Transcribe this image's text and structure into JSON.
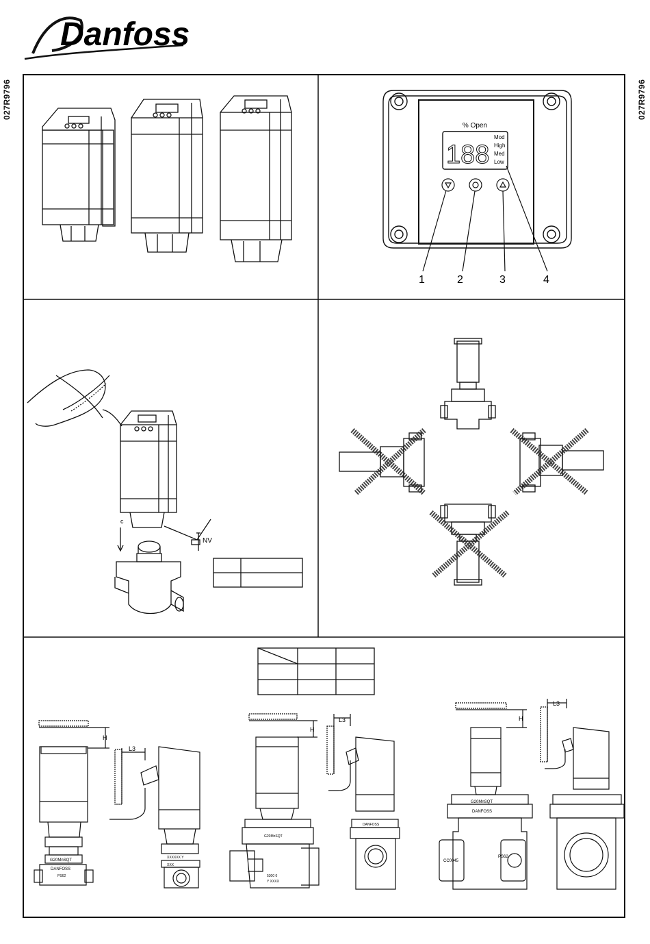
{
  "brand": {
    "logo_text": "Danfoss"
  },
  "document": {
    "code": "027R9796"
  },
  "display_panel": {
    "title": "% Open",
    "digits": "188",
    "levels": [
      "Mod",
      "High",
      "Med",
      "Low"
    ],
    "callouts": [
      "1",
      "2",
      "3",
      "4"
    ]
  },
  "installation": {
    "nv_label": "NV",
    "small_label": "c",
    "small_table": {
      "rows": [
        [
          "",
          ""
        ],
        [
          "",
          ""
        ]
      ]
    }
  },
  "clearance": {
    "table": {
      "rows": [
        [
          "",
          "",
          ""
        ],
        [
          "",
          "",
          ""
        ],
        [
          "",
          "",
          ""
        ]
      ]
    },
    "h_label": "H",
    "l3_label": "L3",
    "valve_markings": {
      "left_top": "G20MnSQT",
      "left_bottom": "DANFOSS",
      "left_pss": "PS62",
      "left_side": "XXXXXX Y",
      "left_side2": "XXX",
      "mid_top": "G20MnSQT",
      "mid_side_top": "DANFOSS",
      "mid_body": "5300  0",
      "mid_body2": "Y XXXX",
      "right_top": "G20MnSQT",
      "right_mid": "DANFOSS",
      "right_ce": "CC0045",
      "right_pss": "PS62"
    }
  }
}
